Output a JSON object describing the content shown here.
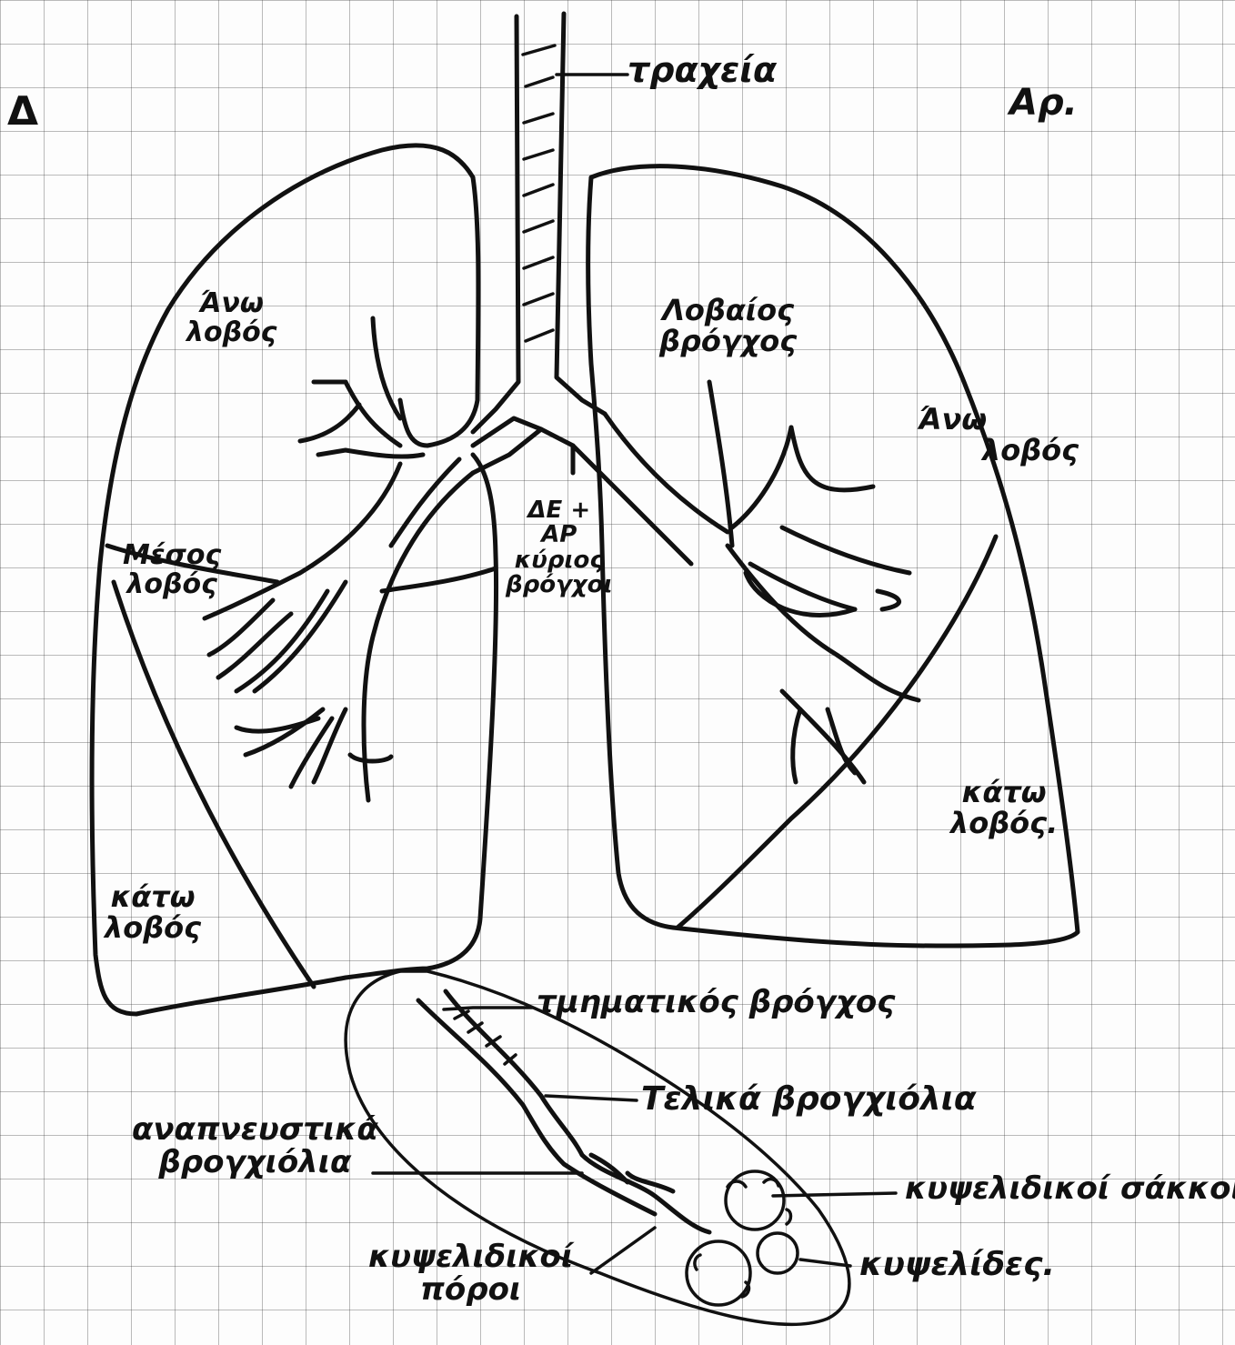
{
  "side_marks": {
    "left": "Δ",
    "right": "Αρ."
  },
  "labels": {
    "trachea": "τραχεία",
    "right_upper_lobe": [
      "Άνω",
      "λοβός"
    ],
    "right_middle_lobe": [
      "Μέσος",
      "λοβός"
    ],
    "right_lower_lobe": [
      "κάτω",
      "λοβός"
    ],
    "lobar_bronchus": [
      "Λοβαίος",
      "βρόγχος"
    ],
    "left_upper_lobe": [
      "Άνω",
      "λοβός"
    ],
    "left_lower_lobe": [
      "κάτω",
      "λοβός."
    ],
    "main_bronchi": [
      "ΔΕ +",
      "ΑΡ",
      "κύριος",
      "βρόγχοι"
    ],
    "segmental_bronchus": "τμηματικός βρόγχος",
    "terminal_bronchioles": "Τελικά βρογχιόλια",
    "respiratory_bronchioles": [
      "αναπνευστικά",
      "βρογχιόλια"
    ],
    "alveolar_sacs": "κυψελιδικοί σάκκοι",
    "alveolar_ducts": [
      "κυψελιδικοί",
      "πόροι"
    ],
    "alveoli": "κυψελίδες."
  }
}
